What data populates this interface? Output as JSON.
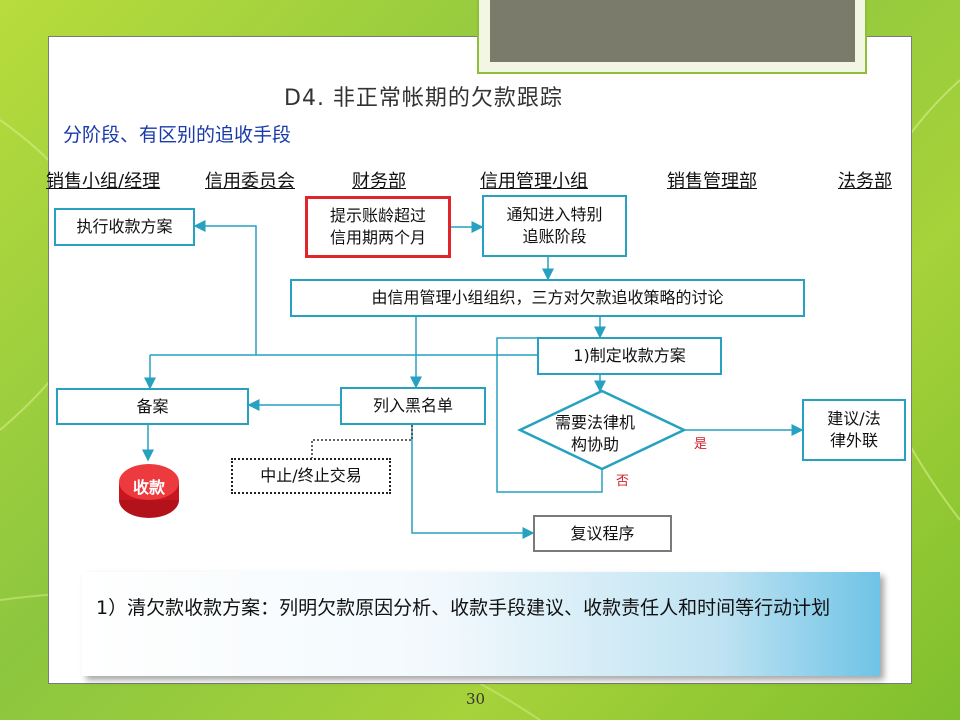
{
  "slide": {
    "title": "D4. 非正常帐期的欠款跟踪",
    "subtitle": "分阶段、有区别的追收手段",
    "page_number": "30"
  },
  "lanes": [
    {
      "label": "销售小组/经理"
    },
    {
      "label": "信用委员会"
    },
    {
      "label": "财务部"
    },
    {
      "label": "信用管理小组"
    },
    {
      "label": "销售管理部"
    },
    {
      "label": "法务部"
    }
  ],
  "nodes": {
    "execute_plan": "执行收款方案",
    "alert_overdue": "提示账龄超过\n信用期两个月",
    "notify_special": "通知进入特别\n追账阶段",
    "discussion": "由信用管理小组组织，三方对欠款追收策略的讨论",
    "make_plan": "1)制定收款方案",
    "record": "备案",
    "blacklist": "列入黑名单",
    "need_legal": "需要法律机\n构协助",
    "legal_advice": "建议/法\n律外联",
    "stop_trade": "中止/终止交易",
    "collect": "收款",
    "review": "复议程序"
  },
  "edge_labels": {
    "yes": "是",
    "no": "否"
  },
  "note": {
    "text": "1）清欠款收款方案：列明欠款原因分析、收款手段建议、收款责任人和时间等行动计划"
  },
  "colors": {
    "flow_line": "#27a1c0",
    "alert_border": "#e0262a",
    "title_blue": "#1a3aa8"
  }
}
